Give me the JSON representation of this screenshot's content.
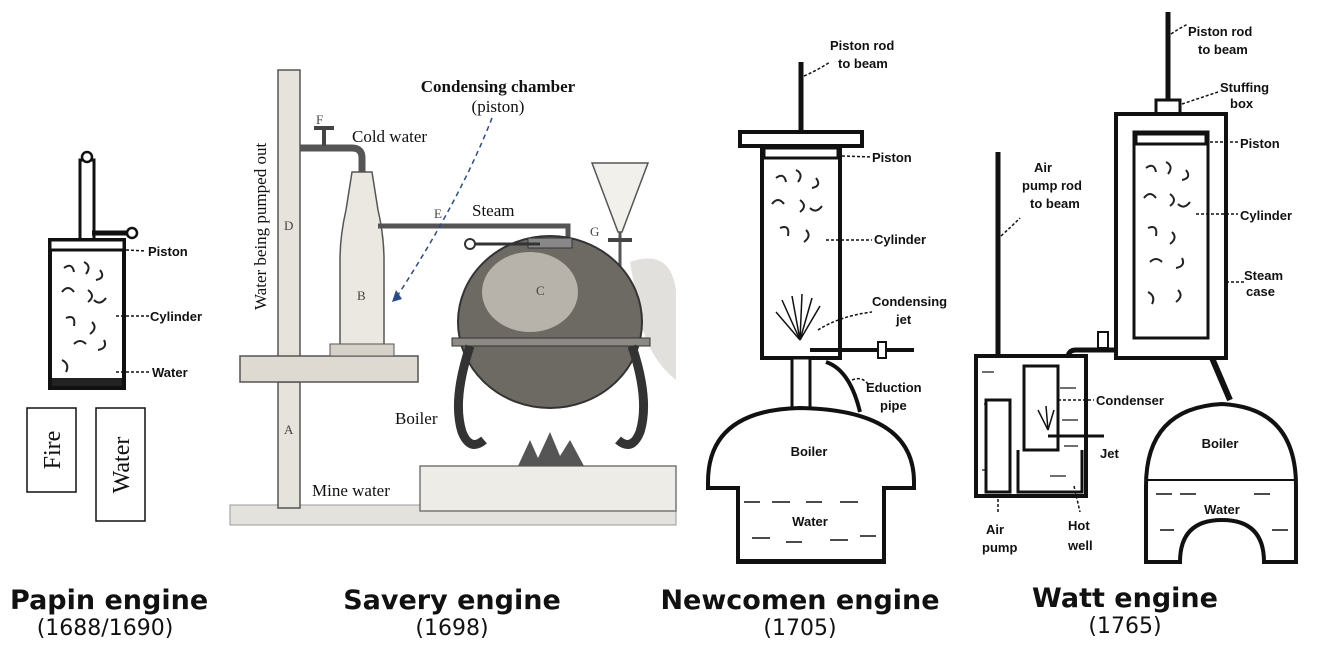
{
  "engines": [
    {
      "name": "Papin engine",
      "year": "(1688/1690)",
      "labels": {
        "piston": "Piston",
        "cylinder": "Cylinder",
        "water": "Water",
        "box_fire": "Fire",
        "box_water": "Water"
      }
    },
    {
      "name": "Savery engine",
      "year": "(1698)",
      "labels": {
        "pumped_out": "Water being pumped out",
        "condensing_title": "Condensing chamber",
        "condensing_sub": "(piston)",
        "cold_water": "Cold water",
        "steam": "Steam",
        "boiler": "Boiler",
        "mine_water": "Mine water",
        "letters": {
          "a": "A",
          "b": "B",
          "c": "C",
          "d": "D",
          "e": "E",
          "f": "F",
          "g": "G"
        }
      }
    },
    {
      "name": "Newcomen engine",
      "year": "(1705)",
      "labels": {
        "rod_1": "Piston rod",
        "rod_2": "to beam",
        "piston": "Piston",
        "cylinder": "Cylinder",
        "jet_1": "Condensing",
        "jet_2": "jet",
        "pipe_1": "Eduction",
        "pipe_2": "pipe",
        "boiler": "Boiler",
        "water": "Water"
      }
    },
    {
      "name": "Watt engine",
      "year": "(1765)",
      "labels": {
        "rod_1": "Piston rod",
        "rod_2": "to beam",
        "stuffing_1": "Stuffing",
        "stuffing_2": "box",
        "piston": "Piston",
        "air_rod_1": "Air",
        "air_rod_2": "pump rod",
        "air_rod_3": "to beam",
        "cylinder": "Cylinder",
        "steam_case_1": "Steam",
        "steam_case_2": "case",
        "condenser": "Condenser",
        "jet": "Jet",
        "boiler": "Boiler",
        "air_pump_1": "Air",
        "air_pump_2": "pump",
        "hot_well_1": "Hot",
        "hot_well_2": "well",
        "water": "Water"
      }
    }
  ]
}
